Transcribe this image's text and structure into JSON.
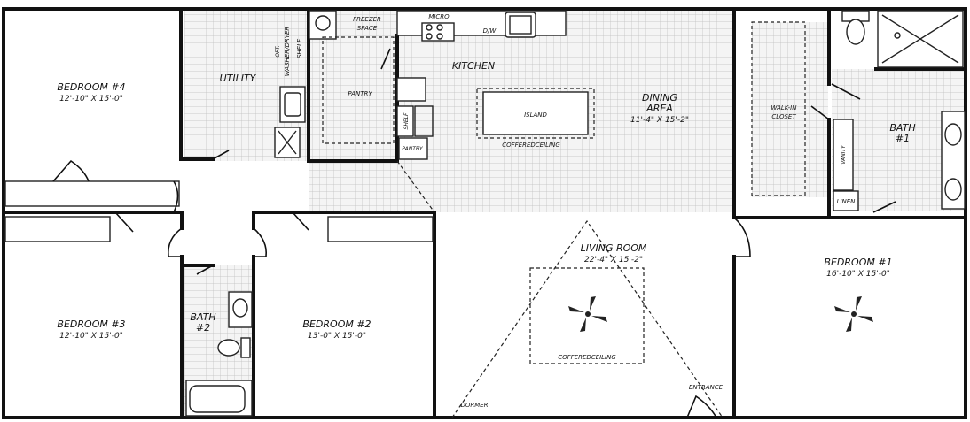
{
  "rooms": {
    "bedroom4": {
      "name": "BEDROOM #4",
      "dim": "12'-10\" X 15'-0\""
    },
    "bedroom3": {
      "name": "BEDROOM #3",
      "dim": "12'-10\" X 15'-0\""
    },
    "bedroom2": {
      "name": "BEDROOM #2",
      "dim": "13'-0\" X 15'-0\""
    },
    "bedroom1": {
      "name": "BEDROOM #1",
      "dim": "16'-10\" X 15'-0\""
    },
    "bath2": {
      "line1": "BATH",
      "line2": "#2"
    },
    "bath1": {
      "line1": "BATH",
      "line2": "#1"
    },
    "utility": "UTILITY",
    "kitchen": "KITCHEN",
    "dining": {
      "line1": "DINING",
      "line2": "AREA",
      "dim": "11'-4\" X 15'-2\""
    },
    "living": {
      "name": "LIVING ROOM",
      "dim": "22'-4\" X 15'-2\""
    }
  },
  "fixtures": {
    "freezer": {
      "line1": "FREEZER",
      "line2": "SPACE"
    },
    "micro": "MICRO",
    "dw": "D/W",
    "pantry_large": "PANTRY",
    "pantry_small": "PANTRY",
    "shelf_kitchen": "SHELF",
    "shelf_utility": "SHELF",
    "washer_dryer": "WASHER/DRYER",
    "opt": "OPT.",
    "island": "ISLAND",
    "coffered_kitchen": "COFFEREDCEILING",
    "coffered_living": "COFFEREDCEILING",
    "walkin": {
      "line1": "WALK-IN",
      "line2": "CLOSET"
    },
    "vanity": "VANITY",
    "linen": "LINEN",
    "dormer": "DORMER",
    "entrance": "ENTRANCE"
  },
  "colors": {
    "wall": "#111111",
    "tile_grid": "#bdbdbd",
    "tile_bg": "#f4f4f4"
  }
}
